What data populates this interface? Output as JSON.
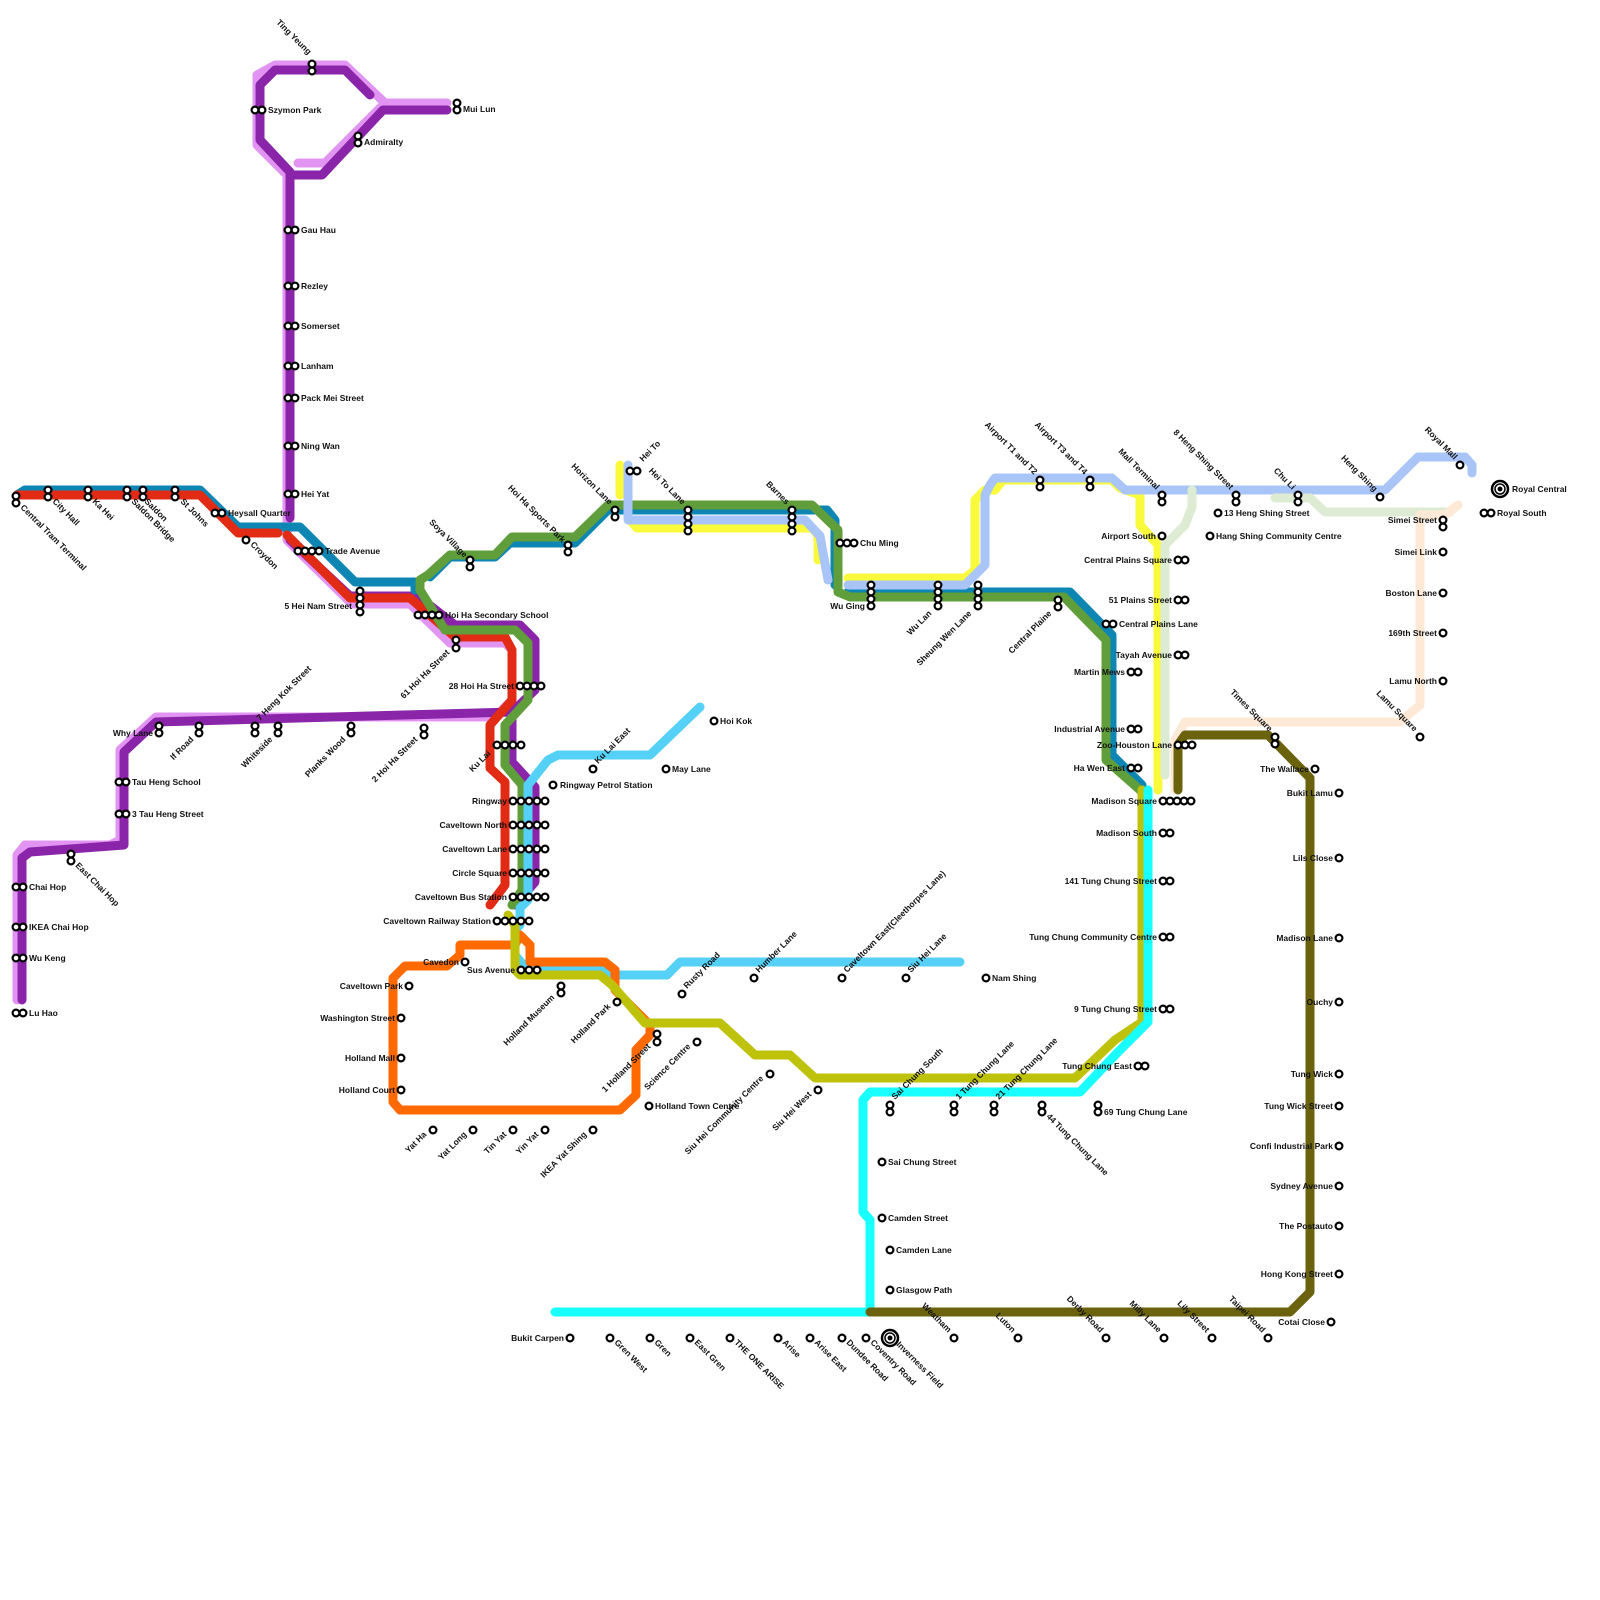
{
  "colors": {
    "teal": "#0E86B4",
    "red": "#E12B14",
    "lilac": "#E294F2",
    "purple": "#8A24A8",
    "green": "#5F9E3A",
    "skyblue": "#55D0F7",
    "orange": "#FF6A00",
    "olive": "#BFC20A",
    "cyan": "#19FFFF",
    "yellow": "#FAFA3C",
    "lightblue": "#A9C5F7",
    "palegreen": "#DDEBD3",
    "peach": "#FDE9D6",
    "darkolive": "#6A620C"
  },
  "stations": [
    {
      "id": "central_tram",
      "name": "Central Tram Terminal"
    },
    {
      "id": "city_hall",
      "name": "City Hall"
    },
    {
      "id": "ka_hei",
      "name": "Ka Hei"
    },
    {
      "id": "saldon",
      "name": "Saldon"
    },
    {
      "id": "saldon_bridge",
      "name": "Saldon Bridge"
    },
    {
      "id": "st_johns",
      "name": "St Johns"
    },
    {
      "id": "heysall",
      "name": "Heysall Quarter"
    },
    {
      "id": "croydon",
      "name": "Croydon"
    },
    {
      "id": "trade_ave",
      "name": "Trade Avenue"
    },
    {
      "id": "hei_nam",
      "name": "5 Hei Nam Street"
    },
    {
      "id": "hoiha_sec",
      "name": "Hoi Ha Secondary School"
    },
    {
      "id": "hoiha61",
      "name": "61 Hoi Ha Street"
    },
    {
      "id": "hoiha28",
      "name": "28 Hoi Ha Street"
    },
    {
      "id": "hoiha2",
      "name": "2 Hoi Ha Street"
    },
    {
      "id": "ting_yeung",
      "name": "Ting Yeung"
    },
    {
      "id": "szymon",
      "name": "Szymon Park"
    },
    {
      "id": "admiralty",
      "name": "Admiralty"
    },
    {
      "id": "mui_lun",
      "name": "Mui Lun"
    },
    {
      "id": "gau_hau",
      "name": "Gau Hau"
    },
    {
      "id": "rezley",
      "name": "Rezley"
    },
    {
      "id": "somerset",
      "name": "Somerset"
    },
    {
      "id": "lanham",
      "name": "Lanham"
    },
    {
      "id": "pack_mei",
      "name": "Pack Mei Street"
    },
    {
      "id": "ning_wan",
      "name": "Ning Wan"
    },
    {
      "id": "hei_yat",
      "name": "Hei Yat"
    },
    {
      "id": "why_lane",
      "name": "Why Lane"
    },
    {
      "id": "if_road",
      "name": "If Road"
    },
    {
      "id": "heng_kok7",
      "name": "7 Heng Kok Street"
    },
    {
      "id": "whiteside",
      "name": "Whiteside"
    },
    {
      "id": "planks",
      "name": "Planks Wood"
    },
    {
      "id": "tau_heng",
      "name": "Tau Heng School"
    },
    {
      "id": "tau_heng3",
      "name": "3 Tau Heng Street"
    },
    {
      "id": "east_chai",
      "name": "East Chai Hop"
    },
    {
      "id": "chai_hop",
      "name": "Chai Hop"
    },
    {
      "id": "ikea_chai",
      "name": "IKEA Chai Hop"
    },
    {
      "id": "wu_keng",
      "name": "Wu Keng"
    },
    {
      "id": "lu_hao",
      "name": "Lu Hao"
    },
    {
      "id": "soya",
      "name": "Soya Village"
    },
    {
      "id": "sports_park",
      "name": "Hoi Ha Sports Park"
    },
    {
      "id": "horizon",
      "name": "Horizon Lane"
    },
    {
      "id": "hei_to",
      "name": "Hei To"
    },
    {
      "id": "hei_to_lane",
      "name": "Hei To Lane"
    },
    {
      "id": "barnes",
      "name": "Barnes"
    },
    {
      "id": "chu_ming",
      "name": "Chu Ming"
    },
    {
      "id": "wu_ging",
      "name": "Wu Ging"
    },
    {
      "id": "wu_lan",
      "name": "Wu Lan"
    },
    {
      "id": "sheung_wen",
      "name": "Sheung Wen Lane"
    },
    {
      "id": "central_plaine",
      "name": "Central Plaine"
    },
    {
      "id": "cp_lane",
      "name": "Central Plains Lane"
    },
    {
      "id": "airport_t1",
      "name": "Airport T1 and T2"
    },
    {
      "id": "airport_t3",
      "name": "Airport T3 and T4"
    },
    {
      "id": "mall_terminal",
      "name": "Mall Terminal"
    },
    {
      "id": "airport_south",
      "name": "Airport South"
    },
    {
      "id": "cp_square",
      "name": "Central Plains Square"
    },
    {
      "id": "plains51",
      "name": "51 Plains Street"
    },
    {
      "id": "tayah",
      "name": "Tayah Avenue"
    },
    {
      "id": "martin",
      "name": "Martin Mews"
    },
    {
      "id": "industrial",
      "name": "Industrial Avenue"
    },
    {
      "id": "zoo_houston",
      "name": "Zoo-Houston Lane"
    },
    {
      "id": "ha_wen",
      "name": "Ha Wen East"
    },
    {
      "id": "madison_sq",
      "name": "Madison Square"
    },
    {
      "id": "madison_s",
      "name": "Madison South"
    },
    {
      "id": "tung141",
      "name": "141 Tung Chung Street"
    },
    {
      "id": "tung_comm",
      "name": "Tung Chung Community Centre"
    },
    {
      "id": "tung9",
      "name": "9 Tung Chung Street"
    },
    {
      "id": "tung_east",
      "name": "Tung Chung East"
    },
    {
      "id": "tung69",
      "name": "69 Tung Chung Lane"
    },
    {
      "id": "tung44",
      "name": "44 Tung Chung Lane"
    },
    {
      "id": "tung21",
      "name": "21 Tung Chung Lane"
    },
    {
      "id": "tung1",
      "name": "1 Tung Chung Lane"
    },
    {
      "id": "sai_chung_s",
      "name": "Sai Chung South"
    },
    {
      "id": "heng_shing8",
      "name": "8 Heng Shing Street"
    },
    {
      "id": "heng_shing13",
      "name": "13 Heng Shing Street"
    },
    {
      "id": "heng_shing_cc",
      "name": "Hang Shing Community Centre"
    },
    {
      "id": "chu_li",
      "name": "Chu Li"
    },
    {
      "id": "heng_shing",
      "name": "Heng Shing"
    },
    {
      "id": "royal_mall",
      "name": "Royal Mall"
    },
    {
      "id": "royal_central",
      "name": "Royal Central"
    },
    {
      "id": "royal_south",
      "name": "Royal South"
    },
    {
      "id": "simei_st",
      "name": "Simei Street"
    },
    {
      "id": "simei_link",
      "name": "Simei Link"
    },
    {
      "id": "boston",
      "name": "Boston Lane"
    },
    {
      "id": "st169",
      "name": "169th Street"
    },
    {
      "id": "lamu_north",
      "name": "Lamu North"
    },
    {
      "id": "lamu_square",
      "name": "Lamu Square"
    },
    {
      "id": "times_sq",
      "name": "Times Square"
    },
    {
      "id": "wallace",
      "name": "The Wallace"
    },
    {
      "id": "bukit_lamu",
      "name": "Bukit Lamu"
    },
    {
      "id": "lils",
      "name": "Lils Close"
    },
    {
      "id": "madison_lane",
      "name": "Madison Lane"
    },
    {
      "id": "ouchy",
      "name": "Ouchy"
    },
    {
      "id": "tung_wick",
      "name": "Tung Wick"
    },
    {
      "id": "tung_wick_st",
      "name": "Tung Wick Street"
    },
    {
      "id": "confi",
      "name": "Confi Industrial Park"
    },
    {
      "id": "sydney",
      "name": "Sydney Avenue"
    },
    {
      "id": "postauto",
      "name": "The Postauto"
    },
    {
      "id": "hk_street",
      "name": "Hong Kong Street"
    },
    {
      "id": "cotai",
      "name": "Cotai Close"
    },
    {
      "id": "taipei",
      "name": "Taipei Road"
    },
    {
      "id": "lily",
      "name": "Lily Street"
    },
    {
      "id": "milly",
      "name": "Milly Lane"
    },
    {
      "id": "derby",
      "name": "Derby Road"
    },
    {
      "id": "luton",
      "name": "Luton"
    },
    {
      "id": "weatham",
      "name": "Weatham"
    },
    {
      "id": "inverness",
      "name": "Inverness Field"
    },
    {
      "id": "coventry",
      "name": "Coventry Road"
    },
    {
      "id": "dundee",
      "name": "Dundee Road"
    },
    {
      "id": "arise_east",
      "name": "Arise East"
    },
    {
      "id": "arise",
      "name": "Arise"
    },
    {
      "id": "one_arise",
      "name": "THE ONE ARISE"
    },
    {
      "id": "east_gren",
      "name": "East Gren"
    },
    {
      "id": "gren",
      "name": "Gren"
    },
    {
      "id": "gren_west",
      "name": "Gren West"
    },
    {
      "id": "bukit_carpen",
      "name": "Bukit Carpen"
    },
    {
      "id": "glasgow",
      "name": "Glasgow Path"
    },
    {
      "id": "camden_lane",
      "name": "Camden Lane"
    },
    {
      "id": "camden_st",
      "name": "Camden Street"
    },
    {
      "id": "sai_chung_st",
      "name": "Sai Chung Street"
    },
    {
      "id": "ku_lai",
      "name": "Ku Lai"
    },
    {
      "id": "ringway",
      "name": "Ringway"
    },
    {
      "id": "cav_north",
      "name": "Caveltown North"
    },
    {
      "id": "cav_lane",
      "name": "Caveltown Lane"
    },
    {
      "id": "circle_sq",
      "name": "Circle Square"
    },
    {
      "id": "cav_bus",
      "name": "Caveltown Bus Station"
    },
    {
      "id": "cav_rail",
      "name": "Caveltown Railway Station"
    },
    {
      "id": "ku_lai_east",
      "name": "Ku Lai East"
    },
    {
      "id": "ringway_petrol",
      "name": "Ringway Petrol Station"
    },
    {
      "id": "may_lane",
      "name": "May Lane"
    },
    {
      "id": "hoi_kok",
      "name": "Hoi Kok"
    },
    {
      "id": "cavedon",
      "name": "Cavedon"
    },
    {
      "id": "sus_ave",
      "name": "Sus Avenue"
    },
    {
      "id": "holland_museum",
      "name": "Holland Museum"
    },
    {
      "id": "holland_park",
      "name": "Holland Park"
    },
    {
      "id": "rusty",
      "name": "Rusty Road"
    },
    {
      "id": "humber",
      "name": "Humber Lane"
    },
    {
      "id": "cav_east",
      "name": "Caveltown East(Cleethorpes Lane)"
    },
    {
      "id": "siu_hei_lane",
      "name": "Siu Hei Lane"
    },
    {
      "id": "nam_shing",
      "name": "Nam Shing"
    },
    {
      "id": "holland_st1",
      "name": "1 Holland Street"
    },
    {
      "id": "science",
      "name": "Science Centre"
    },
    {
      "id": "holland_tc",
      "name": "Holland Town Centre"
    },
    {
      "id": "siu_hei_comm",
      "name": "Siu Hei Community Centre"
    },
    {
      "id": "siu_hei_west",
      "name": "Siu Hei West"
    },
    {
      "id": "cav_park",
      "name": "Caveltown Park"
    },
    {
      "id": "washington",
      "name": "Washington Street"
    },
    {
      "id": "holland_mall",
      "name": "Holland Mall"
    },
    {
      "id": "holland_court",
      "name": "Holland Court"
    },
    {
      "id": "yat_ha",
      "name": "Yat Ha"
    },
    {
      "id": "yat_long",
      "name": "Yat Long"
    },
    {
      "id": "tin_yat",
      "name": "Tin Yat"
    },
    {
      "id": "yin_yat",
      "name": "Yin Yat"
    },
    {
      "id": "ikea_yat",
      "name": "IKEA Yat Shing"
    }
  ]
}
